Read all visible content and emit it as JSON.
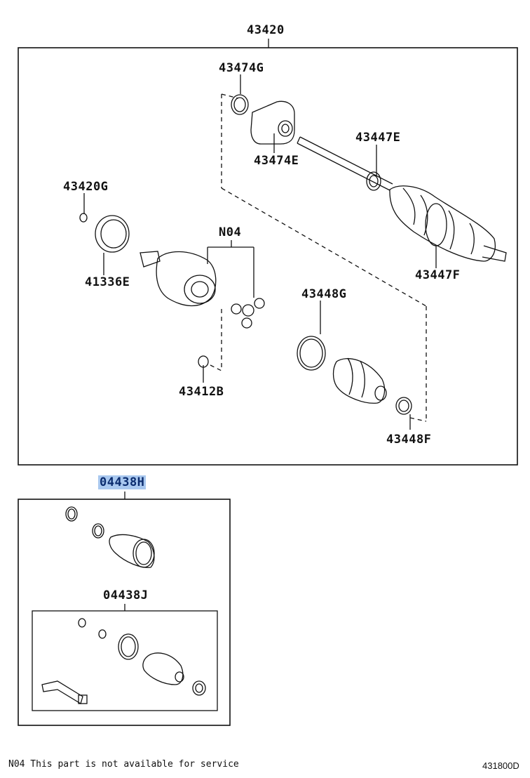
{
  "labels": {
    "l43420": "43420",
    "l43474G": "43474G",
    "l43474E": "43474E",
    "l43447E": "43447E",
    "l43420G": "43420G",
    "lN04": "N04",
    "l41336E": "41336E",
    "l43447F": "43447F",
    "l43448G": "43448G",
    "l43412B": "43412B",
    "l43448F": "43448F",
    "l04438H": "04438H",
    "l04438J": "04438J"
  },
  "footer": {
    "note": "N04 This part is not available for service",
    "code": "431800D"
  },
  "colors": {
    "line": "#111111",
    "highlight": "#a9c8ef"
  }
}
